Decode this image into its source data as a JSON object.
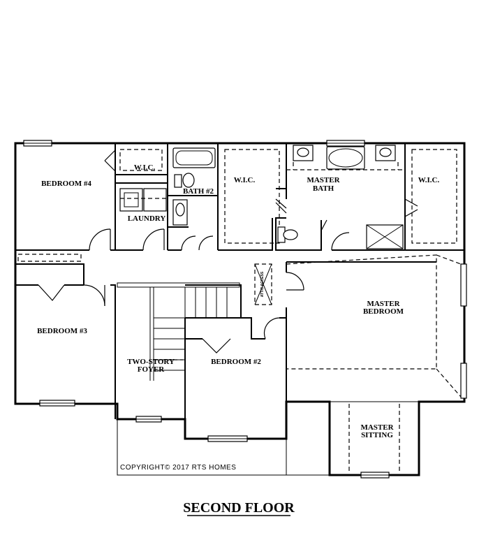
{
  "plan": {
    "title": "SECOND FLOOR",
    "copyright": "COPYRIGHT© 2017 RTS HOMES",
    "attic_note": "ATTIC ACCESS",
    "rooms": {
      "bedroom4": "BEDROOM #4",
      "wic_1": "W.I.C.",
      "bath2": "BATH #2",
      "laundry": "LAUNDRY",
      "wic_2": "W.I.C.",
      "master_bath_1": "MASTER",
      "master_bath_2": "BATH",
      "wic_3": "W.I.C.",
      "bedroom3": "BEDROOM #3",
      "foyer_1": "TWO-STORY",
      "foyer_2": "FOYER",
      "bedroom2": "BEDROOM #2",
      "master_bedroom_1": "MASTER",
      "master_bedroom_2": "BEDROOM",
      "master_sitting_1": "MASTER",
      "master_sitting_2": "SITTING"
    }
  }
}
